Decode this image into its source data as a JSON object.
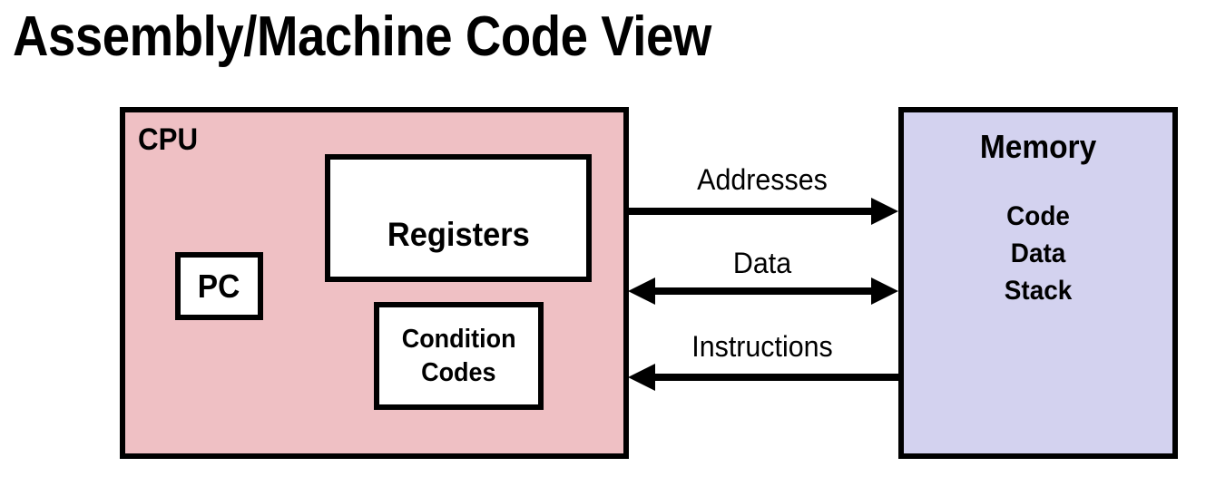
{
  "title": "Assembly/Machine Code View",
  "diagram": {
    "cpu": {
      "label": "CPU",
      "fill_color": "#efc0c4",
      "components": {
        "pc": {
          "label": "PC"
        },
        "registers": {
          "label": "Registers"
        },
        "condition_codes": {
          "line1": "Condition",
          "line2": "Codes"
        }
      }
    },
    "memory": {
      "title": "Memory",
      "fill_color": "#d3d2ef",
      "contents": [
        "Code",
        "Data",
        "Stack"
      ]
    },
    "buses": [
      {
        "label": "Addresses",
        "direction": "right"
      },
      {
        "label": "Data",
        "direction": "both"
      },
      {
        "label": "Instructions",
        "direction": "left"
      }
    ]
  }
}
